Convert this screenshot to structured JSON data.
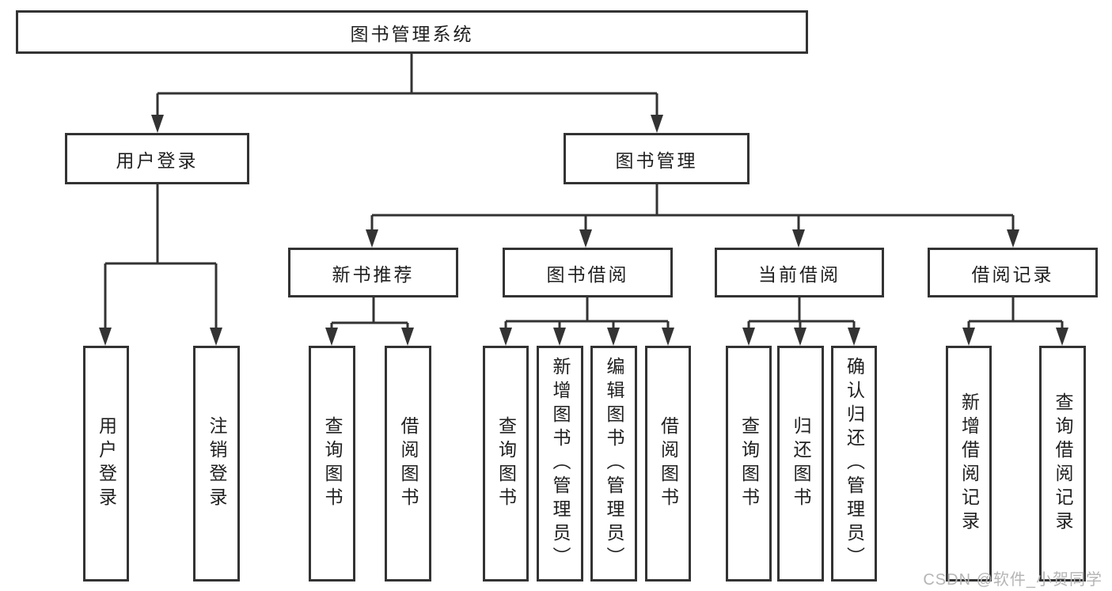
{
  "tree": {
    "root": {
      "label": "图书管理系统"
    },
    "branches": [
      {
        "label": "用户登录",
        "children": [
          {
            "label": "用户登录"
          },
          {
            "label": "注销登录"
          }
        ]
      },
      {
        "label": "图书管理",
        "children": [
          {
            "label": "新书推荐",
            "children": [
              {
                "label": "查询图书"
              },
              {
                "label": "借阅图书"
              }
            ]
          },
          {
            "label": "图书借阅",
            "children": [
              {
                "label": "查询图书"
              },
              {
                "label": "新增图书（管理员）"
              },
              {
                "label": "编辑图书（管理员）"
              },
              {
                "label": "借阅图书"
              }
            ]
          },
          {
            "label": "当前借阅",
            "children": [
              {
                "label": "查询图书"
              },
              {
                "label": "归还图书"
              },
              {
                "label": "确认归还（管理员）"
              }
            ]
          },
          {
            "label": "借阅记录",
            "children": [
              {
                "label": "新增借阅记录"
              },
              {
                "label": "查询借阅记录"
              }
            ]
          }
        ]
      }
    ]
  },
  "watermark": {
    "text": "CSDN @软件_小贺同学"
  },
  "colors": {
    "line": "#333333",
    "box_border": "#333333",
    "box_fill": "#ffffff",
    "text": "#1f1f1f",
    "watermark": "#b5b5b5",
    "background": "#ffffff"
  }
}
